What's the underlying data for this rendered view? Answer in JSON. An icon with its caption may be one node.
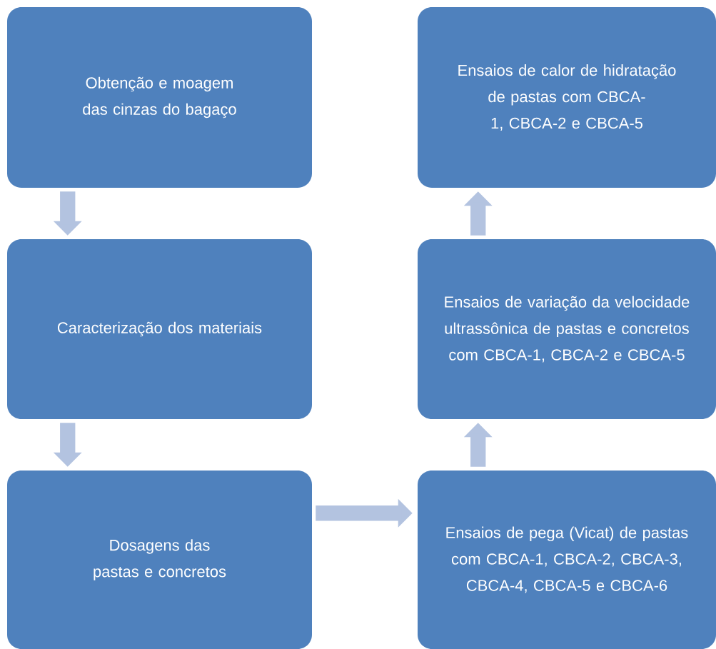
{
  "diagram": {
    "nodes": [
      {
        "text": [
          "Obtenção e moagem das cinzas do bagaço"
        ]
      },
      {
        "text": [
          "Caracterização dos materiais"
        ]
      },
      {
        "text": [
          "Dosagens das pastas e concretos"
        ]
      },
      {
        "text": [
          "Ensaios de calor de hidratação de pastas com CBCA-1, CBCA-2 e CBCA-5"
        ]
      },
      {
        "text": [
          "Ensaios de variação da velocidade ultrassônica de pastas e concretos com CBCA-1, CBCA-2 e CBCA-5"
        ]
      },
      {
        "text": [
          "Ensaios de pega (Vicat) de pastas com CBCA-1, CBCA-2, CBCA-3, CBCA-4, CBCA-5 e CBCA-6"
        ]
      }
    ],
    "edges": [
      {
        "from": 0,
        "to": 1,
        "arrow": "to"
      },
      {
        "from": 1,
        "to": 2,
        "arrow": "to"
      },
      {
        "from": 2,
        "to": 5,
        "arrow": "to"
      },
      {
        "from": 5,
        "to": 4,
        "arrow": "to"
      },
      {
        "from": 4,
        "to": 3,
        "arrow": "to"
      }
    ]
  }
}
